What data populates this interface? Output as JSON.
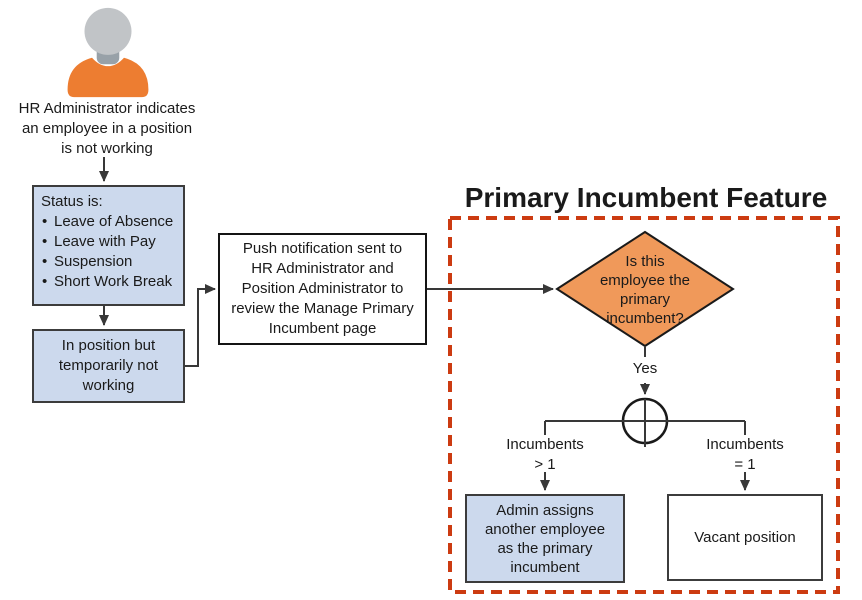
{
  "flowchart": {
    "actor": {
      "icon": "person-icon",
      "caption_lines": [
        "HR Administrator indicates",
        "an employee in a position",
        "is not working"
      ]
    },
    "status_box": {
      "title": "Status is:",
      "items": [
        "Leave of Absence",
        "Leave with Pay",
        "Suspension",
        "Short Work Break"
      ]
    },
    "in_position_box": {
      "lines": [
        "In position but",
        "temporarily not",
        "working"
      ]
    },
    "push_box": {
      "lines": [
        "Push notification sent to",
        "HR Administrator and",
        "Position Administrator to",
        "review the Manage Primary",
        "Incumbent page"
      ]
    },
    "feature": {
      "title": "Primary Incumbent Feature",
      "decision_lines": [
        "Is this",
        "employee the",
        "primary",
        "incumbent?"
      ],
      "yes_label": "Yes",
      "junction": "xor-junction",
      "left_branch": {
        "label_lines": [
          "Incumbents",
          "> 1"
        ],
        "box_lines": [
          "Admin assigns",
          "another employee",
          "as the primary",
          "incumbent"
        ]
      },
      "right_branch": {
        "label_lines": [
          "Incumbents",
          "= 1"
        ],
        "box_text": "Vacant position"
      }
    }
  },
  "colors": {
    "box_fill_blue": "#ccd9ed",
    "box_border": "#3c3c3c",
    "diamond_fill_orange": "#f0995a",
    "dashed_border_red": "#cc3b11",
    "connector": "#383838",
    "actor_body_orange": "#ed7d31",
    "actor_head_gray": "#c1c4c7",
    "text": "#1a1a1a",
    "background": "#ffffff"
  }
}
